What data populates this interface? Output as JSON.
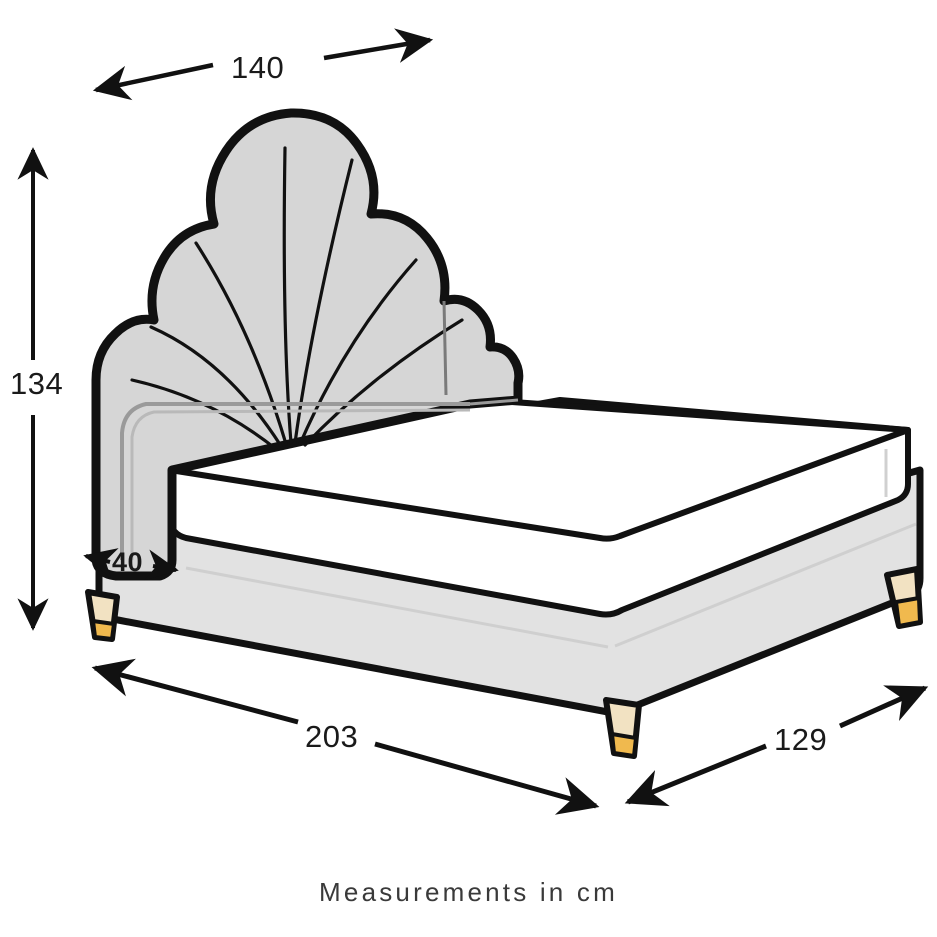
{
  "figure": {
    "title": "Bed dimension diagram",
    "caption": "Measurements in cm",
    "unit": "cm",
    "colors": {
      "outline": "#111111",
      "upholstery_fill": "#d6d6d6",
      "base_side_fill": "#e2e2e2",
      "mattress_fill": "#ffffff",
      "leg_wood": "#f2e2c2",
      "leg_tip": "#f0b94e",
      "background": "#ffffff",
      "label_text": "#1a1a1a",
      "caption_text": "#3a3a3a"
    }
  },
  "dimensions": {
    "width": {
      "value": "140",
      "unit": "cm",
      "axis": "horizontal-top",
      "arrow_style": "double-outward"
    },
    "height": {
      "value": "134",
      "unit": "cm",
      "axis": "vertical-left",
      "arrow_style": "double-headed"
    },
    "headboard_depth": {
      "value": "40",
      "unit": "cm",
      "axis": "horizontal-inset",
      "arrow_style": "double-inward"
    },
    "length": {
      "value": "203",
      "unit": "cm",
      "axis": "diagonal-front-left",
      "arrow_style": "double-outward"
    },
    "depth": {
      "value": "129",
      "unit": "cm",
      "axis": "diagonal-front-right",
      "arrow_style": "double-outward"
    }
  },
  "parts": {
    "headboard": "scalloped-shell-headboard",
    "mattress": "mattress",
    "base": "divan-base",
    "legs": [
      "leg-front-left",
      "leg-front-center",
      "leg-right",
      "leg-back"
    ]
  }
}
